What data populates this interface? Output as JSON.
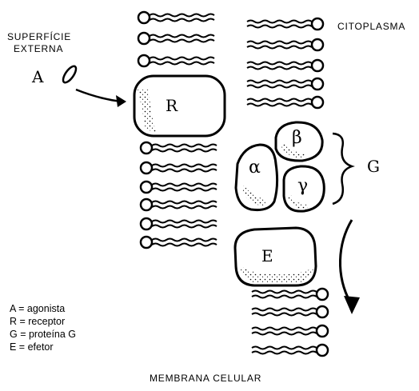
{
  "labels": {
    "superficie_externa": [
      "SUPERFÍCIE",
      "EXTERNA"
    ],
    "citoplasma": "CITOPLASMA",
    "agonist_letter": "A",
    "receptor_letter": "R",
    "g_group_letter": "G",
    "effector_letter": "E",
    "alpha": "α",
    "beta": "β",
    "gamma": "γ",
    "membrana_celular": "MEMBRANA CELULAR"
  },
  "legend": [
    "A = agonista",
    "R = receptor",
    "G = proteína G",
    "E = efetor"
  ]
}
